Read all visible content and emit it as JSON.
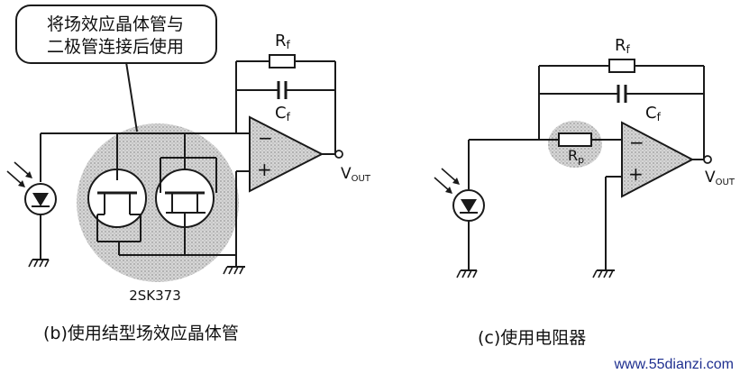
{
  "callout": {
    "line1": "将场效应晶体管与",
    "line2": "二极管连接后使用"
  },
  "circuit_b": {
    "feedback_resistor": "R",
    "feedback_resistor_sub": "f",
    "feedback_capacitor": "C",
    "feedback_capacitor_sub": "f",
    "output": "V",
    "output_sub": "OUT",
    "opamp_minus": "−",
    "opamp_plus": "+",
    "part_number": "2SK373",
    "caption": "(b)使用结型场效应晶体管"
  },
  "circuit_c": {
    "feedback_resistor": "R",
    "feedback_resistor_sub": "f",
    "feedback_capacitor": "C",
    "feedback_capacitor_sub": "f",
    "series_resistor": "R",
    "series_resistor_sub": "p",
    "output": "V",
    "output_sub": "OUT",
    "opamp_minus": "−",
    "opamp_plus": "+",
    "caption": "(c)使用电阻器"
  },
  "watermark": "www.55dianzi.com",
  "colors": {
    "ink": "#1a1a1a",
    "shading": "#c9c9c9",
    "watermark": "#1e2f8f"
  }
}
